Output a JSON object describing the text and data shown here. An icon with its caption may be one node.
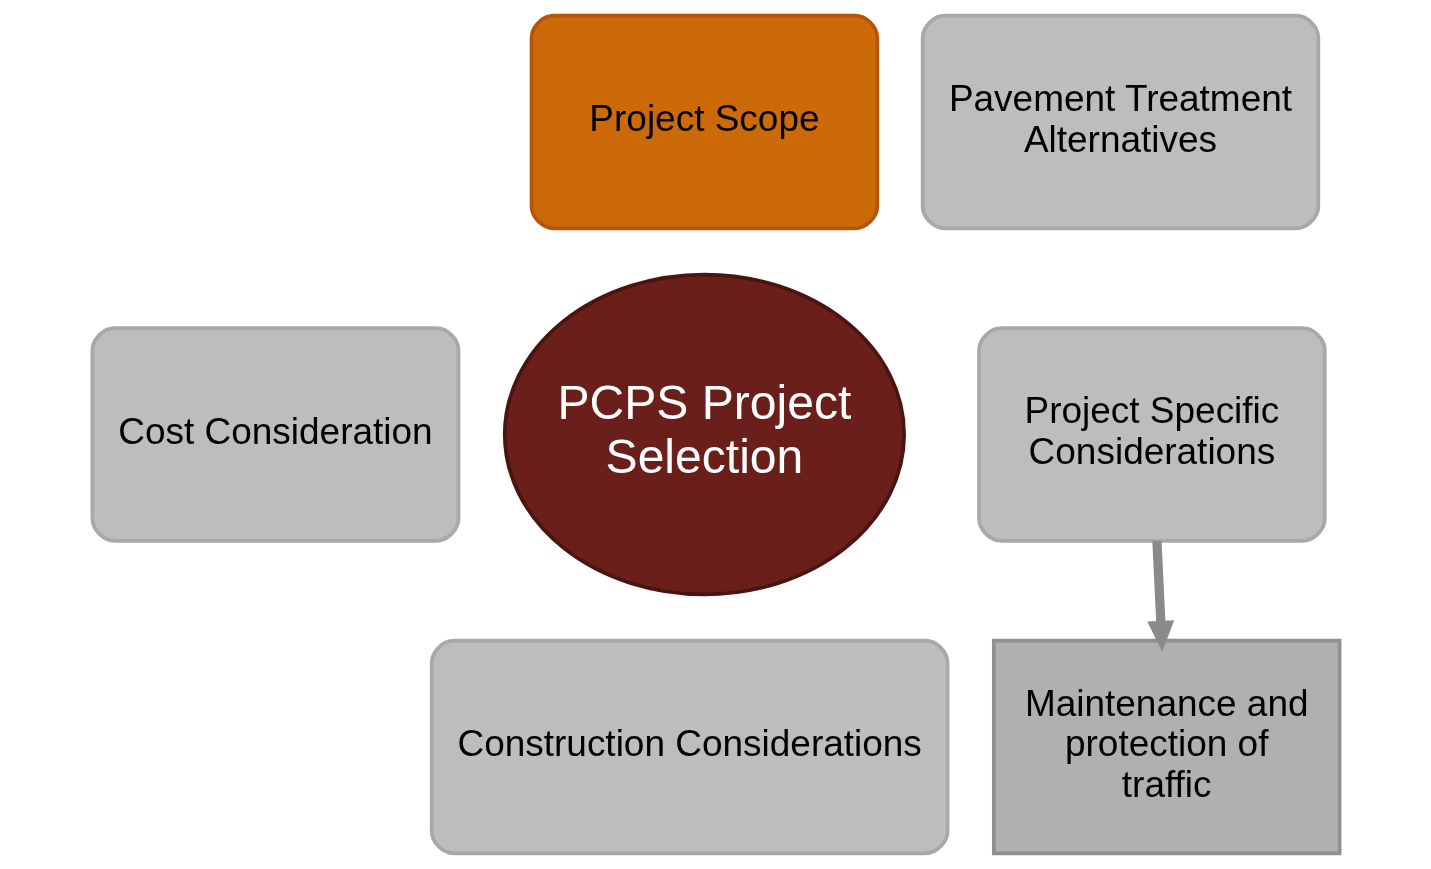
{
  "diagram": {
    "nodes": [
      {
        "text": [
          "Project Scope"
        ]
      },
      {
        "text": [
          "Pavement Treatment Alternatives"
        ]
      },
      {
        "text": [
          "Cost Consideration"
        ]
      },
      {
        "text": [
          "PCPS Project Selection"
        ]
      },
      {
        "text": [
          "Project Specific Considerations"
        ]
      },
      {
        "text": [
          "Construction Considerations"
        ]
      },
      {
        "text": [
          "Maintenance and protection of traffic"
        ]
      }
    ],
    "edges": [
      {
        "from": 4,
        "to": 6,
        "arrow": "to"
      }
    ]
  }
}
